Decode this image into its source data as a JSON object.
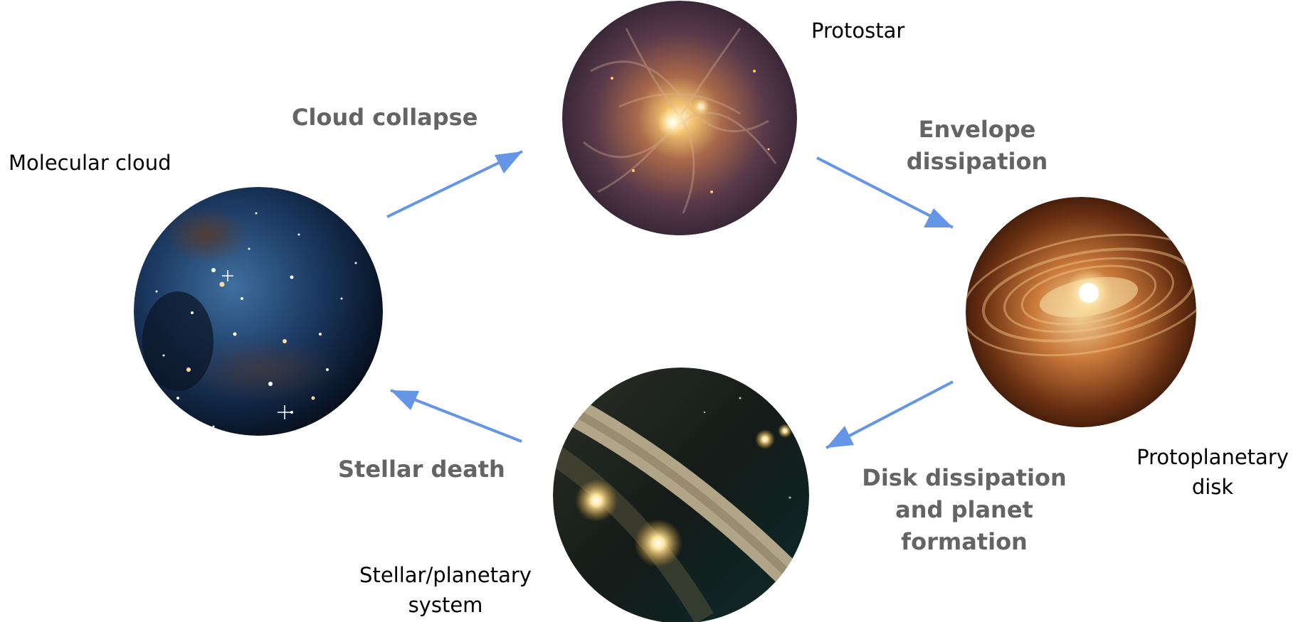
{
  "stages": {
    "molecular_cloud": {
      "label": "Molecular cloud",
      "image": "molecular-cloud-image"
    },
    "protostar": {
      "label": "Protostar",
      "image": "protostar-image"
    },
    "protoplanetary_disk": {
      "label_line1": "Protoplanetary",
      "label_line2": "disk",
      "image": "protoplanetary-disk-image"
    },
    "planetary_system": {
      "label_line1": "Stellar/planetary",
      "label_line2": "system",
      "image": "planetary-system-image"
    }
  },
  "transitions": {
    "cloud_collapse": "Cloud collapse",
    "envelope_dissipation": {
      "line1": "Envelope",
      "line2": "dissipation"
    },
    "disk_dissipation": {
      "line1": "Disk dissipation",
      "line2": "and planet",
      "line3": "formation"
    },
    "stellar_death": "Stellar death"
  },
  "colors": {
    "arrow": "#6495e6",
    "transition_text": "#646464",
    "stage_text": "#000000"
  }
}
